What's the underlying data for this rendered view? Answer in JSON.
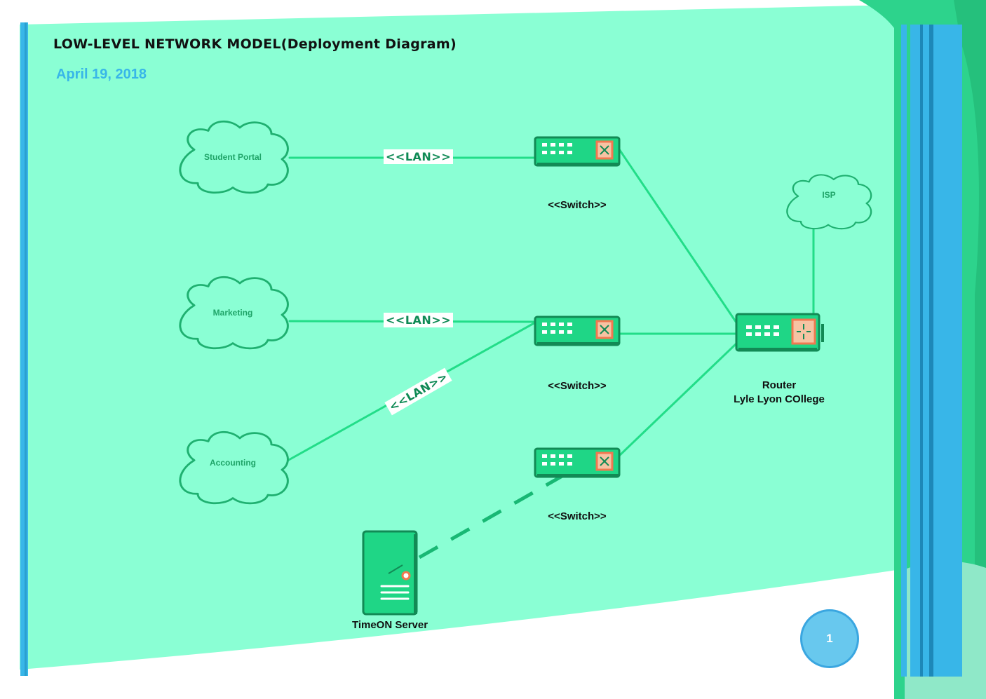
{
  "header": {
    "title": "LOW-LEVEL NETWORK MODEL(Deployment Diagram)",
    "date": "April 19, 2018"
  },
  "clouds": [
    {
      "id": "student-portal",
      "label": "Student Portal"
    },
    {
      "id": "marketing",
      "label": "Marketing"
    },
    {
      "id": "accounting",
      "label": "Accounting"
    },
    {
      "id": "isp",
      "label": "ISP"
    }
  ],
  "connections": {
    "lan_label": "<<LAN>>"
  },
  "switches": [
    {
      "label": "<<Switch>>"
    },
    {
      "label": "<<Switch>>"
    },
    {
      "label": "<<Switch>>"
    }
  ],
  "router": {
    "line1": "Router",
    "line2": "Lyle Lyon COllege"
  },
  "server": {
    "label": "TimeON Server"
  },
  "page": {
    "number": "1"
  },
  "colors": {
    "background": "#8affd4",
    "line": "#22dd88",
    "device": "#1fd686",
    "accent_blue": "#38b6e8",
    "port_orange": "#f07850"
  }
}
